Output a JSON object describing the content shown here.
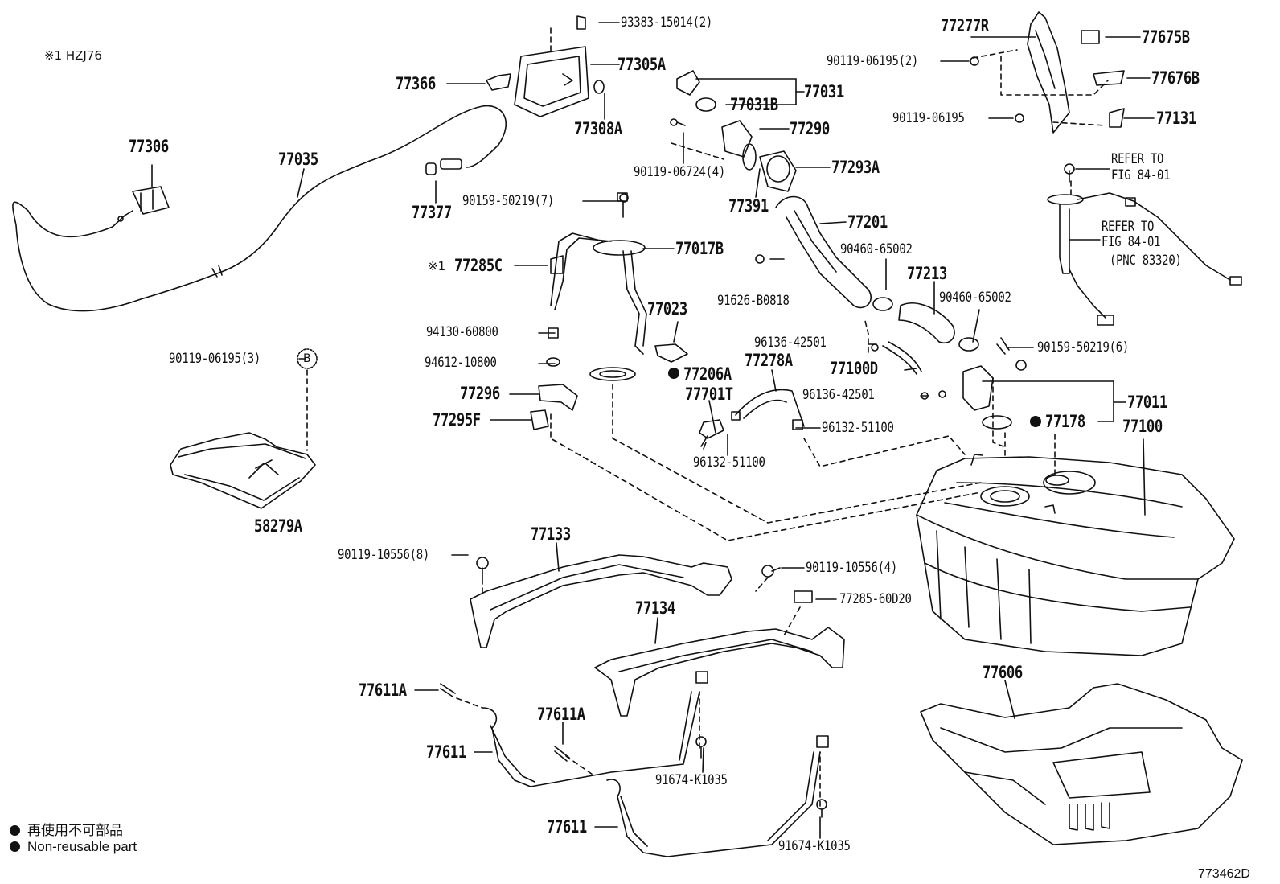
{
  "header": {
    "model_note": "※1 HZJ76"
  },
  "part_labels": [
    {
      "id": "p1",
      "text": "93383-15014(2)"
    },
    {
      "id": "p2",
      "text": "77305A"
    },
    {
      "id": "p3",
      "text": "77366"
    },
    {
      "id": "p4",
      "text": "77308A"
    },
    {
      "id": "p5",
      "text": "77306"
    },
    {
      "id": "p6",
      "text": "77035"
    },
    {
      "id": "p7",
      "text": "77377"
    },
    {
      "id": "p8",
      "text": "77031"
    },
    {
      "id": "p9",
      "text": "77031B"
    },
    {
      "id": "p10",
      "text": "77290"
    },
    {
      "id": "p11",
      "text": "90119-06724(4)"
    },
    {
      "id": "p12",
      "text": "77293A"
    },
    {
      "id": "p13",
      "text": "77391"
    },
    {
      "id": "p14",
      "text": "77201"
    },
    {
      "id": "p15",
      "text": "90159-50219(7)"
    },
    {
      "id": "p16",
      "text": "77017B"
    },
    {
      "id": "p17",
      "text": "77285C"
    },
    {
      "id": "p18",
      "text": "77023"
    },
    {
      "id": "p19",
      "text": "94130-60800"
    },
    {
      "id": "p20",
      "text": "94612-10800"
    },
    {
      "id": "p21",
      "text": "77296"
    },
    {
      "id": "p22",
      "text": "77295F"
    },
    {
      "id": "p23",
      "text": "77206A"
    },
    {
      "id": "p24",
      "text": "77278A"
    },
    {
      "id": "p25",
      "text": "77701T"
    },
    {
      "id": "p26",
      "text": "96132-51100"
    },
    {
      "id": "p27",
      "text": "96132-51100"
    },
    {
      "id": "p28",
      "text": "90119-06195(3)"
    },
    {
      "id": "p29",
      "text": "58279A"
    },
    {
      "id": "p30",
      "text": "77277R"
    },
    {
      "id": "p31",
      "text": "77675B"
    },
    {
      "id": "p32",
      "text": "90119-06195(2)"
    },
    {
      "id": "p33",
      "text": "77676B"
    },
    {
      "id": "p34",
      "text": "90119-06195"
    },
    {
      "id": "p35",
      "text": "77131"
    },
    {
      "id": "p36",
      "text": "REFER TO"
    },
    {
      "id": "p37",
      "text": "FIG 84-01"
    },
    {
      "id": "p38",
      "text": "REFER TO"
    },
    {
      "id": "p39",
      "text": "FIG 84-01"
    },
    {
      "id": "p40",
      "text": "(PNC 83320)"
    },
    {
      "id": "p41",
      "text": "90460-65002"
    },
    {
      "id": "p42",
      "text": "77213"
    },
    {
      "id": "p43",
      "text": "91626-B0818"
    },
    {
      "id": "p44",
      "text": "90460-65002"
    },
    {
      "id": "p45",
      "text": "96136-42501"
    },
    {
      "id": "p46",
      "text": "77100D"
    },
    {
      "id": "p47",
      "text": "90159-50219(6)"
    },
    {
      "id": "p48",
      "text": "96136-42501"
    },
    {
      "id": "p49",
      "text": "77011"
    },
    {
      "id": "p50",
      "text": "77178"
    },
    {
      "id": "p51",
      "text": "77100"
    },
    {
      "id": "p52",
      "text": "77133"
    },
    {
      "id": "p53",
      "text": "90119-10556(8)"
    },
    {
      "id": "p54",
      "text": "90119-10556(4)"
    },
    {
      "id": "p55",
      "text": "77285-60D20"
    },
    {
      "id": "p56",
      "text": "77134"
    },
    {
      "id": "p57",
      "text": "77611A"
    },
    {
      "id": "p58",
      "text": "77611A"
    },
    {
      "id": "p59",
      "text": "77611"
    },
    {
      "id": "p60",
      "text": "91674-K1035"
    },
    {
      "id": "p61",
      "text": "77606"
    },
    {
      "id": "p62",
      "text": "77611"
    },
    {
      "id": "p63",
      "text": "91674-K1035"
    }
  ],
  "notes": {
    "n1": "※1",
    "circle_b": "B"
  },
  "legend": {
    "jp": "再使用不可部品",
    "en": "Non-reusable part"
  },
  "figure_id": "773462D",
  "colors": {
    "ink": "#111111",
    "paper": "#ffffff"
  }
}
